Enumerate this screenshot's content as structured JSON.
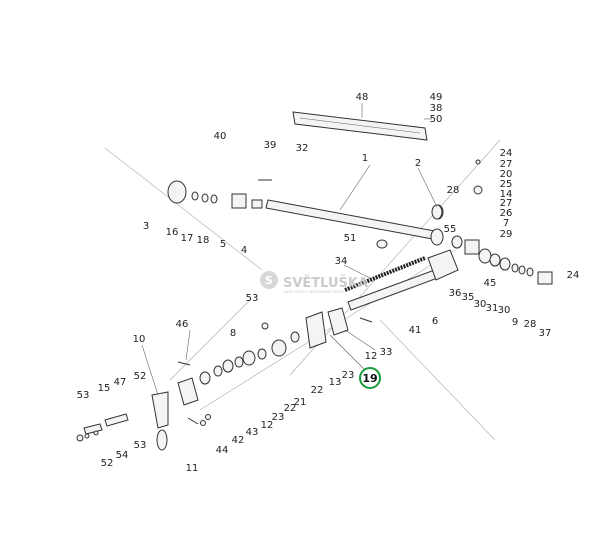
{
  "diagram": {
    "labels": [
      "48",
      "49",
      "38",
      "50",
      "40",
      "39",
      "32",
      "1",
      "2",
      "24",
      "27",
      "20",
      "25",
      "14",
      "27",
      "26",
      "7",
      "29",
      "28",
      "55",
      "3",
      "16",
      "17",
      "18",
      "5",
      "4",
      "51",
      "34",
      "45",
      "36",
      "35",
      "30",
      "31",
      "30",
      "9",
      "28",
      "37",
      "24",
      "53",
      "6",
      "41",
      "33",
      "12",
      "46",
      "10",
      "8",
      "52",
      "47",
      "15",
      "53",
      "21",
      "22",
      "13",
      "23",
      "22",
      "23",
      "12",
      "43",
      "42",
      "44",
      "11",
      "53",
      "54",
      "52"
    ],
    "highlighted_label": "19",
    "highlight_color": "#1a9a3a"
  },
  "watermark": {
    "brand": "SVĚTLUŠKA",
    "tagline": "VAŠE CESTA K NÁHRADNÍM DÍLŮM"
  }
}
